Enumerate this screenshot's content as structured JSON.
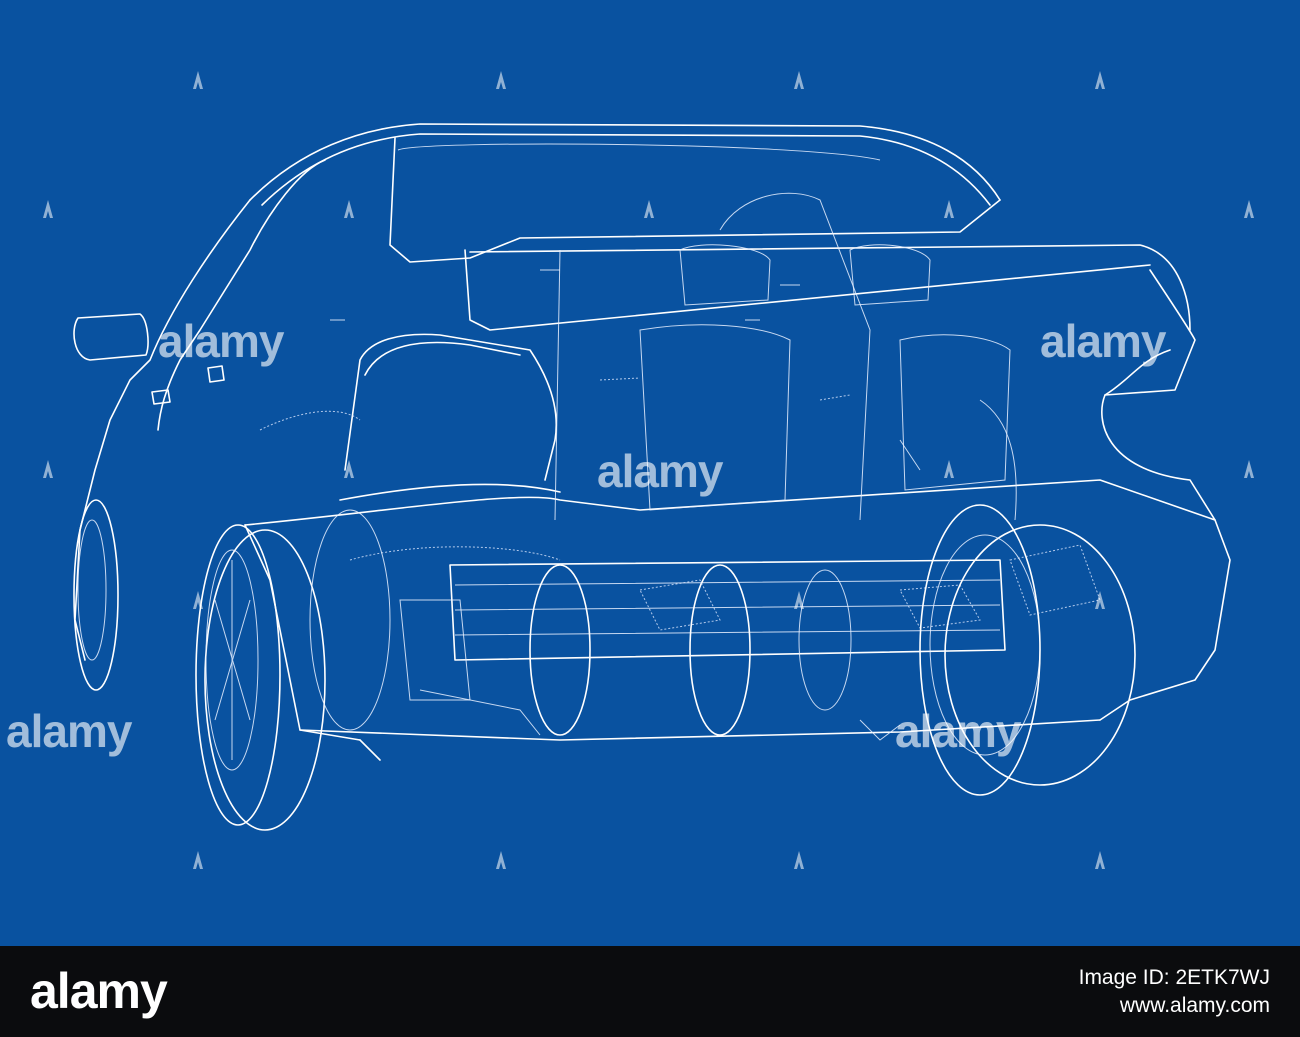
{
  "image": {
    "background_color": "#0952a0",
    "line_color": "#ffffff",
    "subject": "electric sedan wireframe"
  },
  "watermark": {
    "brand": "alamy",
    "icon": "alamy-a-icon"
  },
  "footer": {
    "logo": "alamy",
    "image_id_line": "Image ID: 2ETK7WJ",
    "url": "www.alamy.com"
  }
}
